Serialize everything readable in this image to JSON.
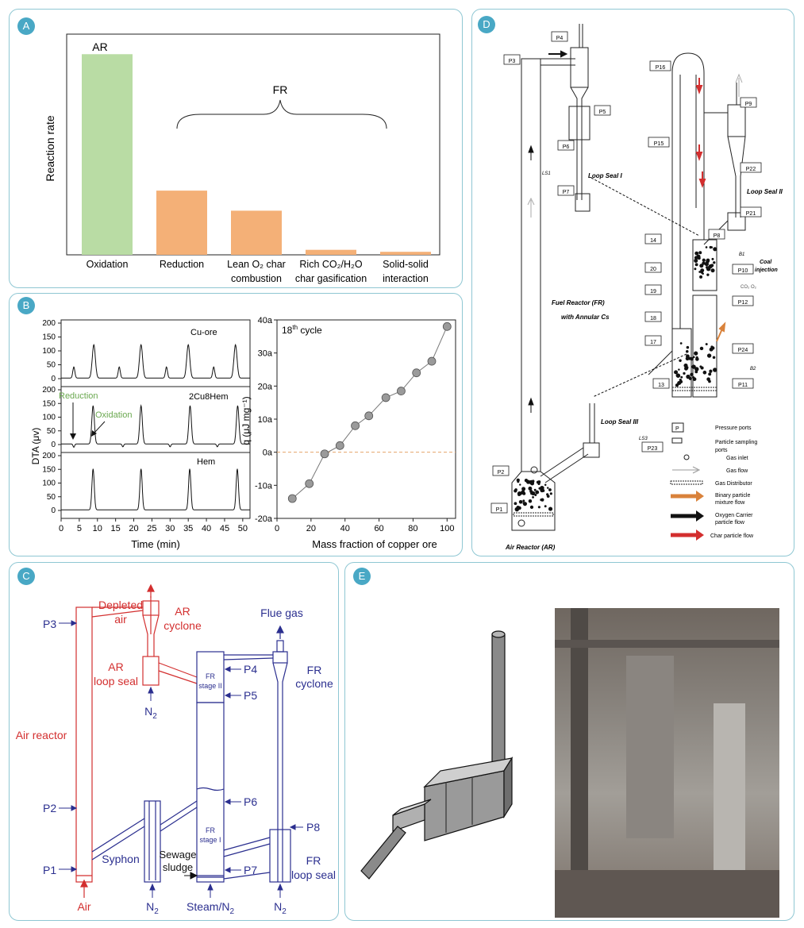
{
  "panelA": {
    "badge": "A",
    "ylabel": "Reaction rate",
    "ar_label": "AR",
    "fr_label": "FR",
    "chart_data": {
      "type": "bar",
      "ylabel": "Reaction rate",
      "categories": [
        {
          "line1": "Oxidation",
          "line2": ""
        },
        {
          "line1": "Reduction",
          "line2": ""
        },
        {
          "line1": "Lean O₂ char",
          "line2": "combustion"
        },
        {
          "line1": "Rich CO₂/H₂O",
          "line2": "char gasification"
        },
        {
          "line1": "Solid-solid",
          "line2": "interaction"
        }
      ],
      "values": [
        100,
        32,
        22,
        2.5,
        1.5
      ],
      "colors": [
        "#b9dca4",
        "#f4b077",
        "#f4b077",
        "#f4b077",
        "#f4b077"
      ],
      "ylim": [
        0,
        110
      ]
    }
  },
  "panelB": {
    "badge": "B",
    "left": {
      "ylabel": "DTA (μv)",
      "xlabel": "Time (min)",
      "xticks": [
        "0",
        "5",
        "10",
        "15",
        "20",
        "25",
        "30",
        "35",
        "40",
        "45",
        "50"
      ],
      "yticks": [
        "0",
        "50",
        "100",
        "150",
        "200"
      ],
      "traces": [
        "Cu-ore",
        "2Cu8Hem",
        "Hem"
      ],
      "reduction_label": "Reduction",
      "oxidation_label": "Oxidation"
    },
    "right": {
      "title": "18",
      "title_sup": "th",
      "title_rest": " cycle",
      "ylabel": "q (μJ mg⁻¹)",
      "xlabel": "Mass fraction of copper ore",
      "yticks": [
        "-20a",
        "-10a",
        "0a",
        "10a",
        "20a",
        "30a",
        "40a"
      ],
      "xticks": [
        "0",
        "20",
        "40",
        "60",
        "80",
        "100"
      ],
      "chart_data": {
        "type": "scatter",
        "x": [
          9,
          19,
          28,
          37,
          46,
          54,
          64,
          73,
          82,
          91,
          100
        ],
        "y": [
          -14,
          -9.5,
          -0.5,
          2,
          8,
          11,
          16.5,
          18.5,
          24,
          27.5,
          38
        ],
        "xlim": [
          0,
          105
        ],
        "ylim": [
          -20,
          40
        ]
      }
    }
  },
  "panelC": {
    "badge": "C",
    "red": {
      "depleted1": "Depleted",
      "depleted2": "air",
      "ar_cyclone1": "AR",
      "ar_cyclone2": "cyclone",
      "ar_loop1": "AR",
      "ar_loop2": "loop seal",
      "air_reactor": "Air reactor",
      "air": "Air"
    },
    "blue": {
      "flue_gas": "Flue gas",
      "fr_cyclone1": "FR",
      "fr_cyclone2": "cyclone",
      "fr_loop1": "FR",
      "fr_loop2": "loop seal",
      "syphon": "Syphon",
      "stage2_1": "FR",
      "stage2_2": "stage II",
      "stage1_1": "FR",
      "stage1_2": "stage I",
      "p1": "P1",
      "p2": "P2",
      "p3": "P3",
      "p4": "P4",
      "p5": "P5",
      "p6": "P6",
      "p7": "P7",
      "p8": "P8",
      "n2": "N",
      "n2_sub": "2",
      "steam": "Steam/N",
      "steam_sub": "2"
    },
    "black": {
      "sewage1": "Sewage",
      "sewage2": "sludge"
    }
  },
  "panelD": {
    "badge": "D",
    "ports": [
      "P1",
      "P2",
      "P3",
      "P4",
      "P5",
      "P6",
      "P7",
      "P8",
      "P9",
      "P10",
      "P11",
      "P12",
      "P15",
      "P16",
      "P21",
      "P22",
      "P23",
      "P24",
      "13",
      "14",
      "17",
      "18",
      "19",
      "20"
    ],
    "loop_seal_1": "Loop Seal I",
    "loop_seal_2": "Loop Seal II",
    "loop_seal_3": "Loop Seal III",
    "ls1": "LS1",
    "ls3": "LS3",
    "b1": "B1",
    "b2": "B2",
    "coal1": "Coal",
    "coal2": "injection",
    "co2": "CO₂ O₂",
    "fr_title1": "Fuel Reactor (FR)",
    "fr_title2": "with Annular Cs",
    "ar_title": "Air Reactor (AR)",
    "legend": [
      {
        "symbol": "P",
        "text": "Pressure ports"
      },
      {
        "symbol": "",
        "text": "Particle sampling"
      },
      {
        "symbol": "",
        "text": "ports"
      },
      {
        "symbol": "",
        "text": "Gas inlet"
      },
      {
        "symbol": "",
        "text": "Gas flow"
      },
      {
        "symbol": "",
        "text": "Gas Distributor"
      },
      {
        "symbol": "",
        "text": "Binary particle"
      },
      {
        "symbol": "",
        "text": "mixture flow"
      },
      {
        "symbol": "",
        "text": "Oxygen Carrier"
      },
      {
        "symbol": "",
        "text": "particle flow"
      },
      {
        "symbol": "",
        "text": "Char particle flow"
      }
    ]
  },
  "panelE": {
    "badge": "E"
  },
  "colors": {
    "panel_border": "#8fc7d3",
    "badge": "#49a8c5",
    "ar_red": "#d32f2f",
    "fr_blue": "#2b2f8f",
    "bar_green": "#b9dca4",
    "bar_orange": "#f4b077"
  }
}
